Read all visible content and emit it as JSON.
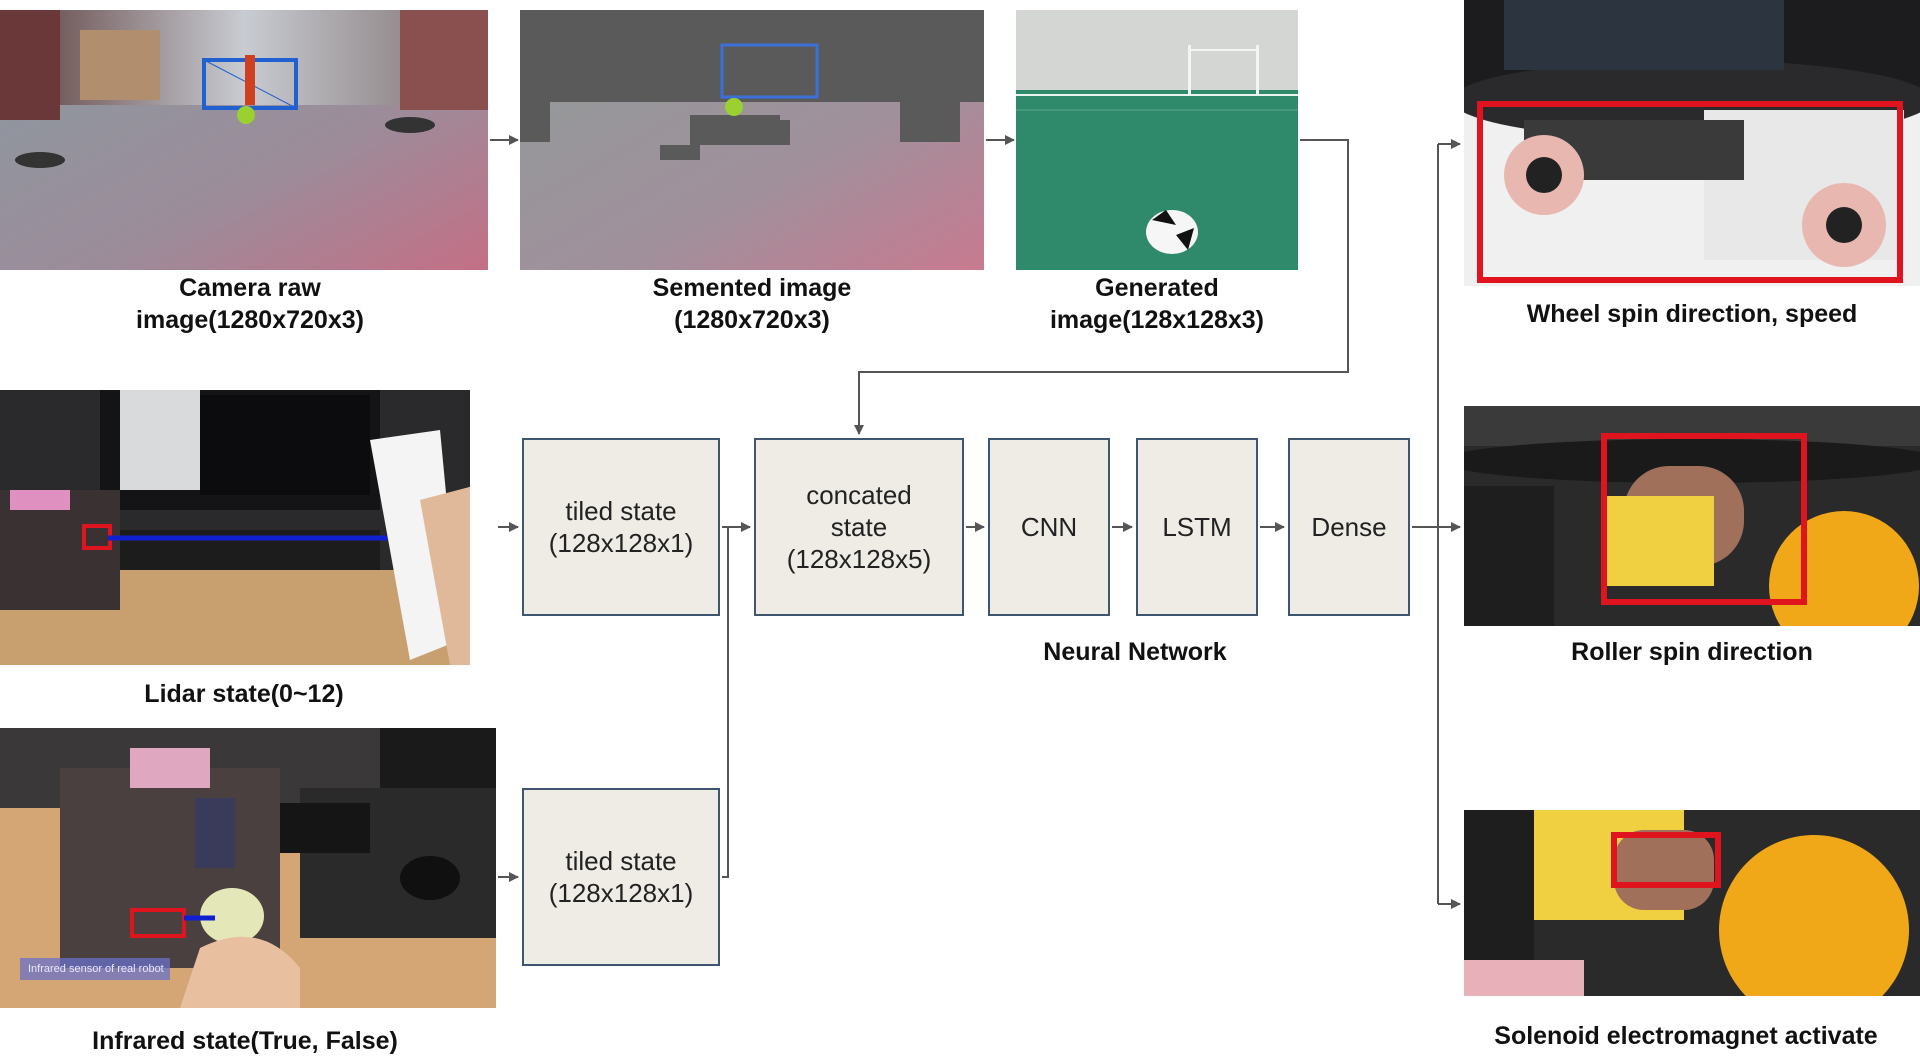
{
  "inputs": {
    "camera_raw": {
      "line1": "Camera raw",
      "line2": "image(1280x720x3)"
    },
    "segmented": {
      "line1": "Semented image",
      "line2": "(1280x720x3)"
    },
    "generated": {
      "line1": "Generated",
      "line2": "image(128x128x3)"
    },
    "lidar": {
      "caption": "Lidar state(0~12)"
    },
    "infrared": {
      "caption": "Infrared state(True, False)",
      "overlay": "Infrared sensor of real robot"
    }
  },
  "network": {
    "tiled_top": {
      "line1": "tiled state",
      "line2": "(128x128x1)"
    },
    "tiled_bottom": {
      "line1": "tiled state",
      "line2": "(128x128x1)"
    },
    "concated": {
      "line1": "concated",
      "line2": "state",
      "line3": "(128x128x5)"
    },
    "cnn": "CNN",
    "lstm": "LSTM",
    "dense": "Dense",
    "label": "Neural Network"
  },
  "outputs": {
    "wheel": "Wheel spin direction, speed",
    "roller": "Roller spin direction",
    "solenoid": "Solenoid electromagnet activate"
  },
  "colors": {
    "box_fill": "#efece5",
    "box_border": "#3d556e",
    "arrow": "#555555",
    "highlight_red": "#e0141e",
    "lidar_beam": "#1020d0"
  }
}
